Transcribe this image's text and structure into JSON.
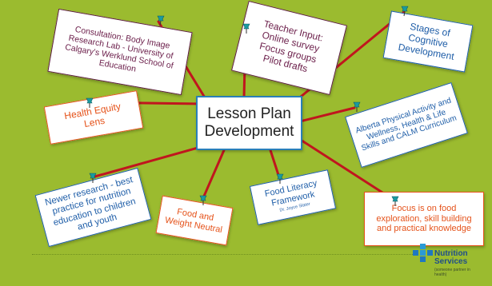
{
  "center": {
    "line1": "Lesson Plan",
    "line2": "Development"
  },
  "notes": {
    "consultation": {
      "text": "Consultation: Body Image Research Lab - University of Calgary's Werklund School of Education"
    },
    "teacher": {
      "line1": "Teacher Input:",
      "line2": "Online survey",
      "line3": "Focus groups",
      "line4": "Pilot drafts"
    },
    "stages": {
      "text": "Stages of Cognitive Development"
    },
    "alberta": {
      "text": "Alberta Physical Activity and Wellness, Health & Life Skills and CALM Curriculum"
    },
    "health_equity": {
      "text": "Health Equity Lens"
    },
    "newer_research": {
      "text": "Newer research - best practice for nutrition education to children and youth"
    },
    "food_weight": {
      "text": "Food and Weight Neutral"
    },
    "food_literacy": {
      "title": "Food Literacy Framework",
      "author": "Dr. Joyce Slater"
    },
    "focus": {
      "text": "Focus is on food exploration, skill building and practical knowledge"
    }
  },
  "logo": {
    "line1": "Nutrition",
    "line2": "Services",
    "tagline": "(someone partner in health)"
  },
  "colors": {
    "background": "#9bbb2f",
    "connector": "#c0161e",
    "pin": "#1a9aa0",
    "blue_text": "#1f5ea8",
    "orange_text": "#e5531b",
    "maroon_text": "#6b1e4a"
  },
  "icons": {
    "pin": "pushpin-icon"
  }
}
